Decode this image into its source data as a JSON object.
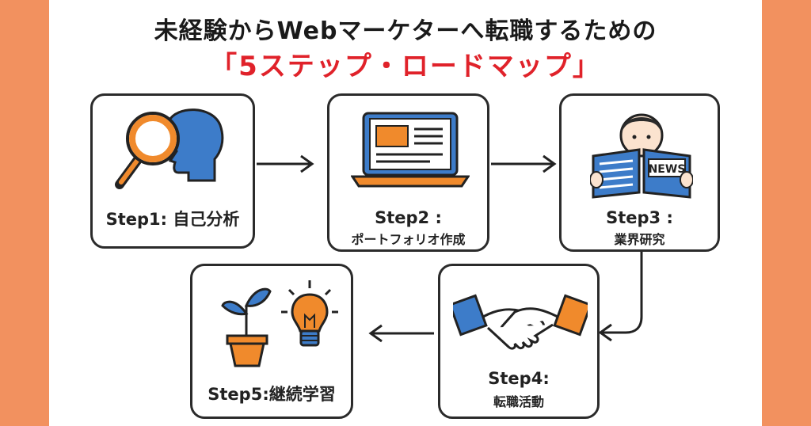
{
  "header": {
    "title_line1": "未経験からWebマーケターへ転職するための",
    "title_line2": "「5ステップ・ロードマップ」"
  },
  "steps": [
    {
      "label": "Step1: 自己分析",
      "icon": "magnifier-head-icon"
    },
    {
      "label": "Step2 :",
      "sublabel": "ポートフォリオ作成",
      "icon": "laptop-icon"
    },
    {
      "label": "Step3 :",
      "sublabel": "業界研究",
      "icon": "person-reading-news-icon"
    },
    {
      "label": "Step4:",
      "sublabel": "転職活動",
      "icon": "handshake-icon"
    },
    {
      "label": "Step5:継続学習",
      "icon": "plant-and-lightbulb-icon"
    }
  ],
  "news_text": "NEWS",
  "colors": {
    "accent_orange": "#F2915F",
    "title_red": "#E0222A",
    "icon_blue": "#3D7CC9",
    "icon_orange": "#F08A2C"
  }
}
